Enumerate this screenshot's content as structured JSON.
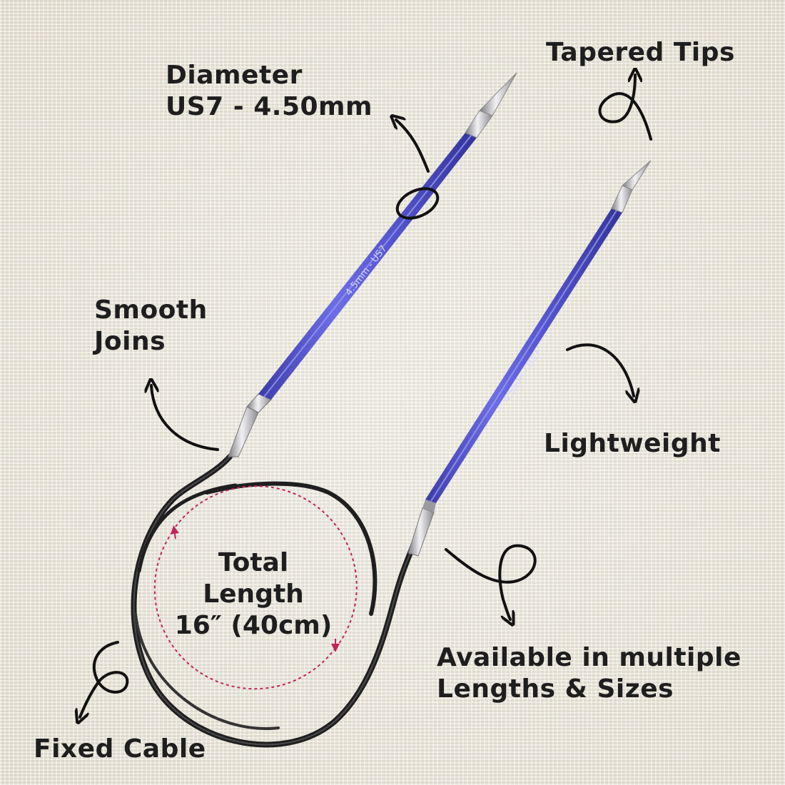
{
  "labels": {
    "diameter": {
      "line1": "Diameter",
      "line2": "US7 - 4.50mm"
    },
    "tapered_tips": "Tapered Tips",
    "smooth_joins": {
      "line1": "Smooth",
      "line2": "Joins"
    },
    "lightweight": "Lightweight",
    "total_length": {
      "line1": "Total",
      "line2": "Length",
      "line3": "16″ (40cm)"
    },
    "available": {
      "line1": "Available in multiple",
      "line2": "Lengths & Sizes"
    },
    "fixed_cable": "Fixed Cable"
  },
  "needle_markings": {
    "left": "4.5mm - US7",
    "right": "4.5mm - US7"
  },
  "icons": [
    "curved-arrow-icon",
    "loop-arrow-icon",
    "dashed-circle-arrow-icon"
  ],
  "colors": {
    "needle_body": "#5a5ad2",
    "needle_tip": "#c8c8cc",
    "cable": "#222222",
    "dashed_circle": "#c0245a",
    "arrows": "#111111",
    "background": "#ebe7da"
  }
}
